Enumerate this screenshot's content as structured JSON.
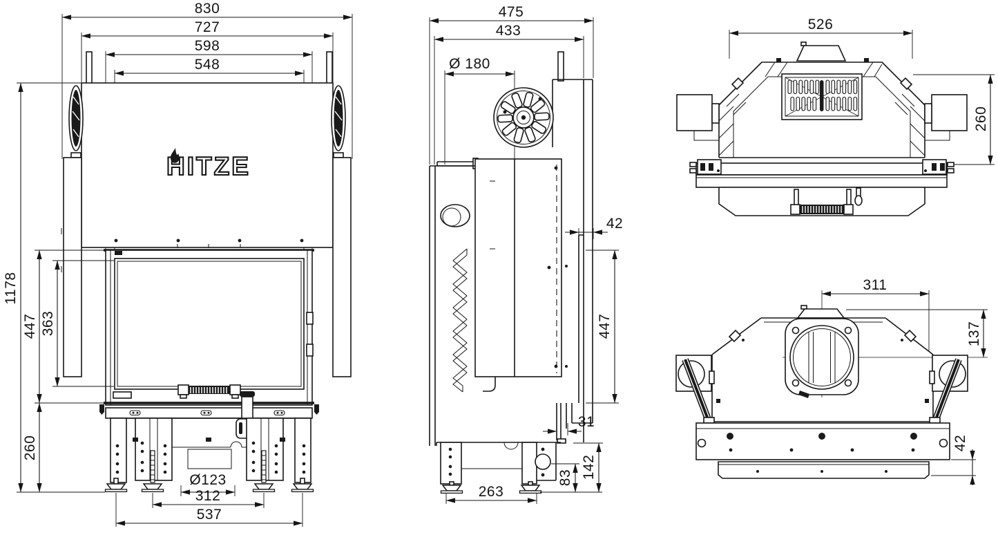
{
  "page": {
    "background": "#ffffff",
    "line_color": "#161616"
  },
  "brand": {
    "logo_text": "HITZE",
    "logo_icon": "flame-icon"
  },
  "views": {
    "front": {
      "label": "front elevation",
      "dims": {
        "total_width": "830",
        "body_width": "727",
        "door_frame_width": "598",
        "glass_width": "548",
        "total_height": "1178",
        "door_section_height": "447",
        "glass_height": "363",
        "base_height": "260",
        "air_inlet_diameter": "Ø123",
        "feet_spacing_inner": "312",
        "feet_spacing_outer": "537"
      }
    },
    "side": {
      "label": "side elevation",
      "dims": {
        "total_depth": "475",
        "body_depth": "433",
        "flue_fan_diameter": "Ø 180",
        "door_frame_depth": "42",
        "door_height": "447",
        "latch_offset": "31",
        "feet_spacing": "263",
        "foot_height": "83",
        "base_clearance": "142"
      }
    },
    "top": {
      "label": "top view",
      "dims": {
        "body_width": "526",
        "body_depth": "260"
      }
    },
    "rear": {
      "label": "rear / plan view",
      "dims": {
        "flue_center_offset": "311",
        "flue_center_depth": "137",
        "base_rail_height": "42"
      }
    }
  }
}
